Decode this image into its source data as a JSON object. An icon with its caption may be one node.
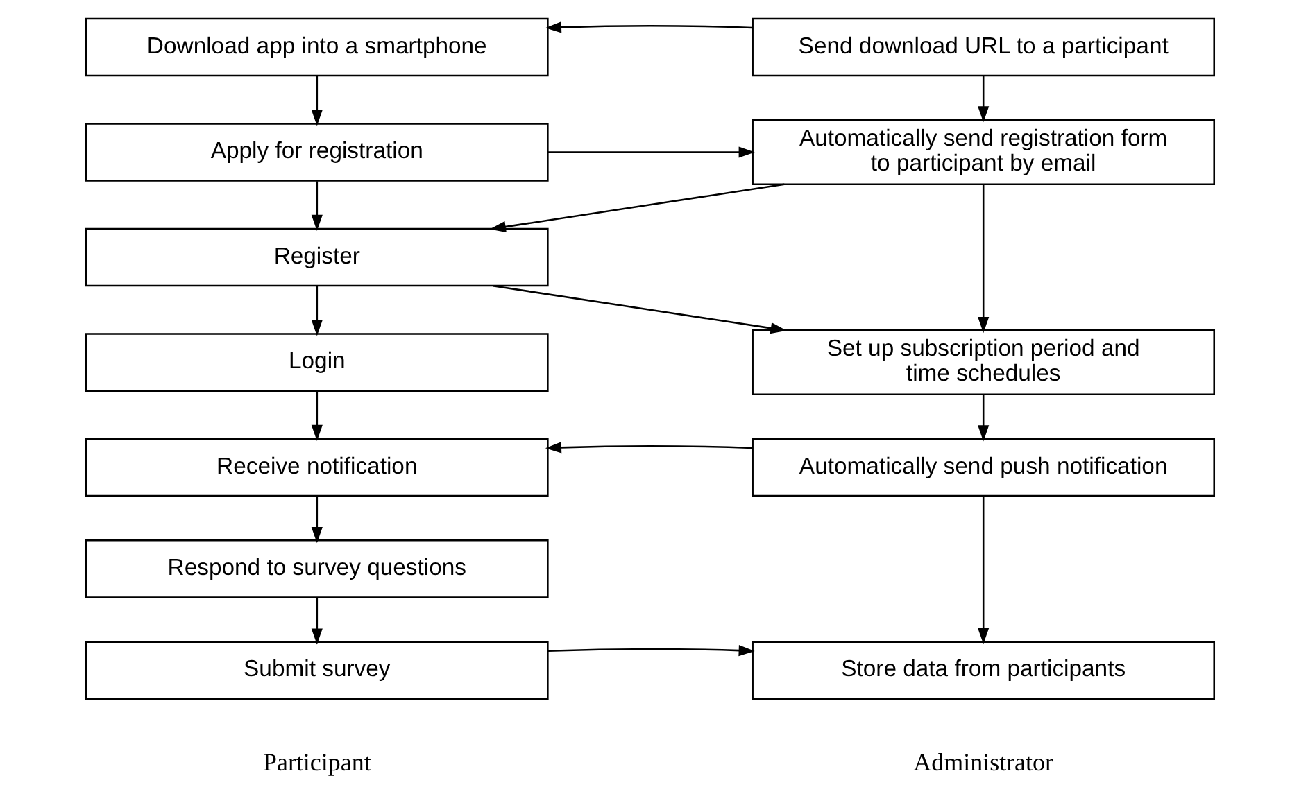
{
  "diagram": {
    "nodes": [
      {
        "text": [
          "Download app into a smartphone"
        ]
      },
      {
        "text": [
          "Apply for registration"
        ]
      },
      {
        "text": [
          "Register"
        ]
      },
      {
        "text": [
          "Login"
        ]
      },
      {
        "text": [
          "Receive notification"
        ]
      },
      {
        "text": [
          "Respond to survey questions"
        ]
      },
      {
        "text": [
          "Submit survey"
        ]
      },
      {
        "text": [
          "Send download URL to a participant"
        ]
      },
      {
        "text": [
          "Automatically send registration form to participant by email"
        ]
      },
      {
        "text": [
          "Set up subscription period and time schedules"
        ]
      },
      {
        "text": [
          "Automatically send push notification"
        ]
      },
      {
        "text": [
          "Store data from participants"
        ]
      }
    ],
    "edges": [
      {
        "from": 7,
        "to": 0,
        "arrow": "to"
      },
      {
        "from": 0,
        "to": 1,
        "arrow": "to"
      },
      {
        "from": 1,
        "to": 2,
        "arrow": "to"
      },
      {
        "from": 2,
        "to": 3,
        "arrow": "to"
      },
      {
        "from": 3,
        "to": 4,
        "arrow": "to"
      },
      {
        "from": 4,
        "to": 5,
        "arrow": "to"
      },
      {
        "from": 5,
        "to": 6,
        "arrow": "to"
      },
      {
        "from": 7,
        "to": 8,
        "arrow": "to"
      },
      {
        "from": 1,
        "to": 8,
        "arrow": "to"
      },
      {
        "from": 8,
        "to": 2,
        "arrow": "to"
      },
      {
        "from": 8,
        "to": 9,
        "arrow": "to"
      },
      {
        "from": 2,
        "to": 9,
        "arrow": "to"
      },
      {
        "from": 9,
        "to": 10,
        "arrow": "to"
      },
      {
        "from": 10,
        "to": 4,
        "arrow": "to"
      },
      {
        "from": 10,
        "to": 11,
        "arrow": "to"
      },
      {
        "from": 6,
        "to": 11,
        "arrow": "to"
      }
    ],
    "labels": [
      "Participant",
      "Administrator"
    ]
  }
}
